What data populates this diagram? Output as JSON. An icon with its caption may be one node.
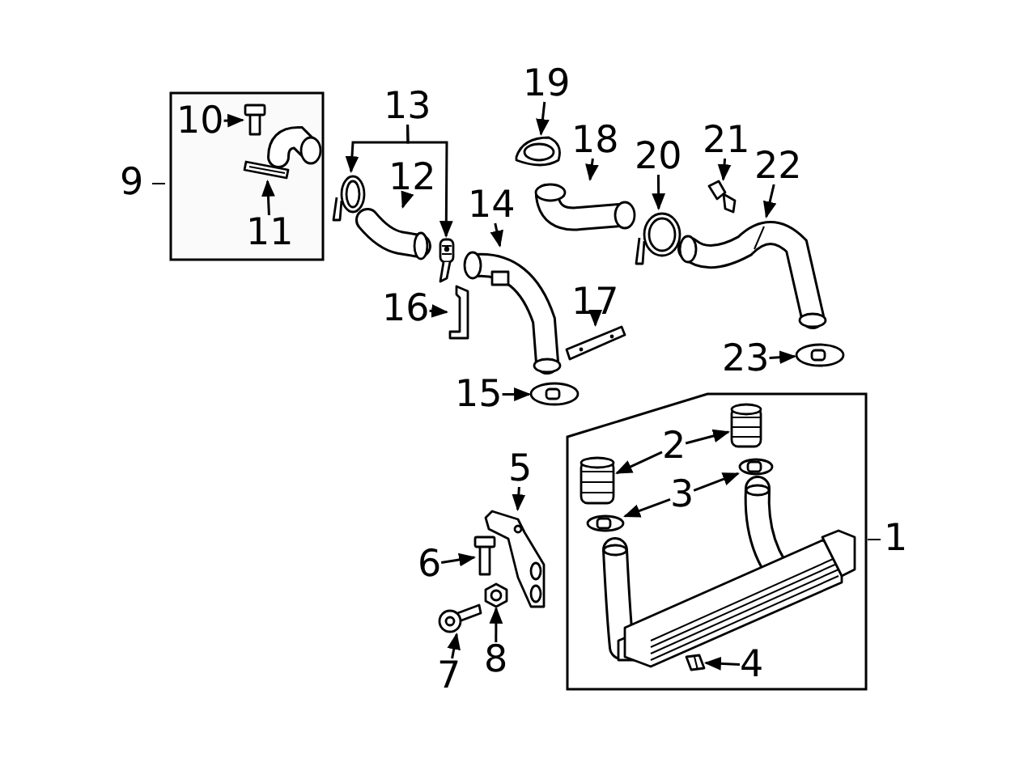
{
  "diagram": {
    "nodes": [
      {
        "text": [
          "9"
        ]
      },
      {
        "text": [
          "10"
        ],
        "in": 0
      },
      {
        "text": [],
        "shape": "picture",
        "in": 0
      },
      {
        "text": [],
        "shape": "picture",
        "in": 0
      },
      {
        "text": [
          "11"
        ],
        "in": 0
      },
      {
        "text": [
          "13"
        ]
      },
      {
        "text": [],
        "shape": "picture"
      },
      {
        "text": [],
        "shape": "picture"
      },
      {
        "text": [
          "12"
        ]
      },
      {
        "text": [],
        "shape": "picture"
      },
      {
        "text": [
          "14"
        ]
      },
      {
        "text": [],
        "shape": "picture"
      },
      {
        "text": [
          "16"
        ]
      },
      {
        "text": [],
        "shape": "picture"
      },
      {
        "text": [
          "15"
        ]
      },
      {
        "text": [],
        "shape": "picture"
      },
      {
        "text": [
          "17"
        ]
      },
      {
        "text": [],
        "shape": "picture"
      },
      {
        "text": [
          "19"
        ]
      },
      {
        "text": [],
        "shape": "picture"
      },
      {
        "text": [
          "18"
        ]
      },
      {
        "text": [],
        "shape": "picture"
      },
      {
        "text": [
          "20"
        ]
      },
      {
        "text": [],
        "shape": "picture"
      },
      {
        "text": [
          "21"
        ]
      },
      {
        "text": [],
        "shape": "picture"
      },
      {
        "text": [
          "22"
        ]
      },
      {
        "text": [],
        "shape": "picture"
      },
      {
        "text": [
          "23"
        ]
      },
      {
        "text": [],
        "shape": "picture"
      },
      {
        "text": [
          "1"
        ]
      },
      {
        "text": [],
        "shape": "picture",
        "in": 30
      },
      {
        "text": [],
        "shape": "picture",
        "in": 30
      },
      {
        "text": [
          "2"
        ],
        "in": 30
      },
      {
        "text": [
          "3"
        ],
        "in": 30
      },
      {
        "text": [],
        "shape": "picture",
        "in": 30
      },
      {
        "text": [],
        "shape": "picture",
        "in": 30
      },
      {
        "text": [],
        "shape": "picture",
        "in": 30
      },
      {
        "text": [
          "4"
        ],
        "in": 30
      },
      {
        "text": [],
        "shape": "picture",
        "in": 30
      },
      {
        "text": [
          "5"
        ]
      },
      {
        "text": [],
        "shape": "picture"
      },
      {
        "text": [
          "6"
        ]
      },
      {
        "text": [],
        "shape": "picture"
      },
      {
        "text": [
          "7"
        ]
      },
      {
        "text": [],
        "shape": "picture"
      },
      {
        "text": [
          "8"
        ]
      },
      {
        "text": [],
        "shape": "picture"
      }
    ],
    "edges": [
      {
        "from": 1,
        "to": 2,
        "arrow": "to"
      },
      {
        "from": 4,
        "to": 3,
        "arrow": "to"
      },
      {
        "from": 5,
        "to": 6,
        "arrow": "to"
      },
      {
        "from": 5,
        "to": 7,
        "arrow": "to"
      },
      {
        "from": 8,
        "to": 9,
        "arrow": "to"
      },
      {
        "from": 10,
        "to": 11,
        "arrow": "to"
      },
      {
        "from": 12,
        "to": 13,
        "arrow": "to"
      },
      {
        "from": 14,
        "to": 15,
        "arrow": "to"
      },
      {
        "from": 16,
        "to": 17,
        "arrow": "to"
      },
      {
        "from": 18,
        "to": 19,
        "arrow": "to"
      },
      {
        "from": 20,
        "to": 21,
        "arrow": "to"
      },
      {
        "from": 22,
        "to": 23,
        "arrow": "to"
      },
      {
        "from": 24,
        "to": 25,
        "arrow": "to"
      },
      {
        "from": 26,
        "to": 27,
        "arrow": "to"
      },
      {
        "from": 28,
        "to": 29,
        "arrow": "to"
      },
      {
        "from": 33,
        "to": 32,
        "arrow": "to"
      },
      {
        "from": 33,
        "to": 31,
        "arrow": "to"
      },
      {
        "from": 34,
        "to": 36,
        "arrow": "to"
      },
      {
        "from": 34,
        "to": 35,
        "arrow": "to"
      },
      {
        "from": 38,
        "to": 39,
        "arrow": "to"
      },
      {
        "from": 40,
        "to": 41,
        "arrow": "to"
      },
      {
        "from": 42,
        "to": 43,
        "arrow": "to"
      },
      {
        "from": 44,
        "to": 45,
        "arrow": "to"
      },
      {
        "from": 46,
        "to": 47,
        "arrow": "to"
      }
    ]
  }
}
